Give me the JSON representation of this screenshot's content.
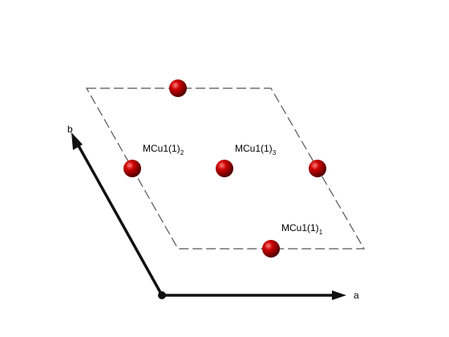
{
  "colors": {
    "atom": "#cc0000",
    "atom_highlight": "#ff8080",
    "atom_shadow": "#4a0000",
    "cell_outline": "#555555",
    "axis": "#111111",
    "label": "#000000"
  },
  "axes": {
    "a": {
      "label": "a"
    },
    "b": {
      "label": "b"
    }
  },
  "atoms": [
    {
      "label_main": "MCu1(1)",
      "label_sub": "2"
    },
    {
      "label_main": "MCu1(1)",
      "label_sub": "3"
    },
    {
      "label_main": "MCu1(1)",
      "label_sub": "1"
    }
  ]
}
